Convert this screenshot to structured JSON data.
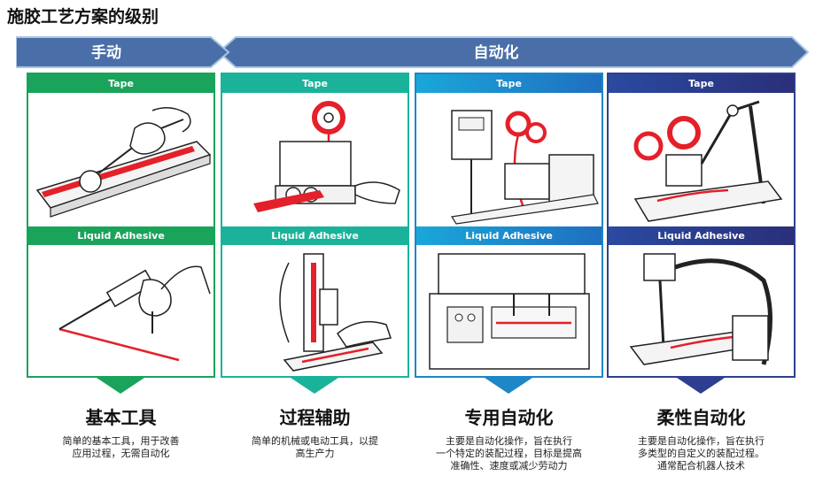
{
  "title": "施胶工艺方案的级别",
  "banner": {
    "manual_label": "手动",
    "auto_label": "自动化",
    "colors": {
      "dark": "#4a6fa8",
      "light": "#a9c3e3"
    }
  },
  "columns": [
    {
      "tape_label": "Tape",
      "liquid_label": "Liquid Adhesive",
      "title": "基本工具",
      "desc": [
        "简单的基本工具，用于改善",
        "应用过程，无需自动化"
      ],
      "color": "#1aa35a"
    },
    {
      "tape_label": "Tape",
      "liquid_label": "Liquid Adhesive",
      "title": "过程辅助",
      "desc": [
        "简单的机械或电动工具，以提",
        "高生产力"
      ],
      "color": "#1ab39a"
    },
    {
      "tape_label": "Tape",
      "liquid_label": "Liquid Adhesive",
      "title": "专用自动化",
      "desc": [
        "主要是自动化操作，旨在执行",
        "一个特定的装配过程，目标是提高",
        "准确性、速度或减少劳动力"
      ],
      "color": "#1f86c8"
    },
    {
      "tape_label": "Tape",
      "liquid_label": "Liquid Adhesive",
      "title": "柔性自动化",
      "desc": [
        "主要是自动化操作，旨在执行",
        "多类型的自定义的装配过程。",
        "通常配合机器人技术"
      ],
      "color": "#2f3f8f"
    }
  ]
}
